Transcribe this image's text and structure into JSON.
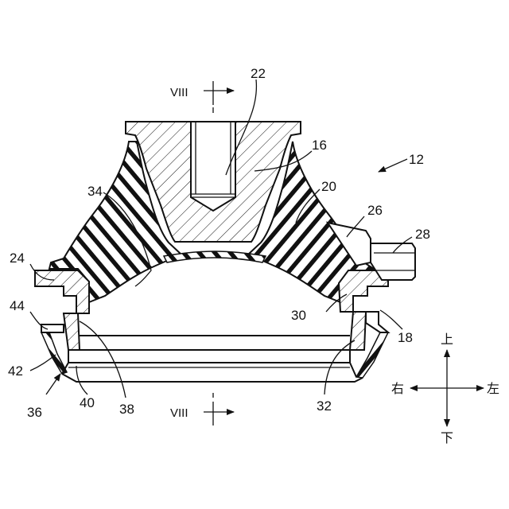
{
  "figure": {
    "section_marker": "VIII",
    "labels": {
      "n12": "12",
      "n16": "16",
      "n18": "18",
      "n20": "20",
      "n22": "22",
      "n24": "24",
      "n26": "26",
      "n28": "28",
      "n30": "30",
      "n32": "32",
      "n34": "34",
      "n36": "36",
      "n38": "38",
      "n40": "40",
      "n42": "42",
      "n44": "44"
    },
    "directions": {
      "up": "上",
      "down": "下",
      "right": "右",
      "left": "左"
    }
  }
}
